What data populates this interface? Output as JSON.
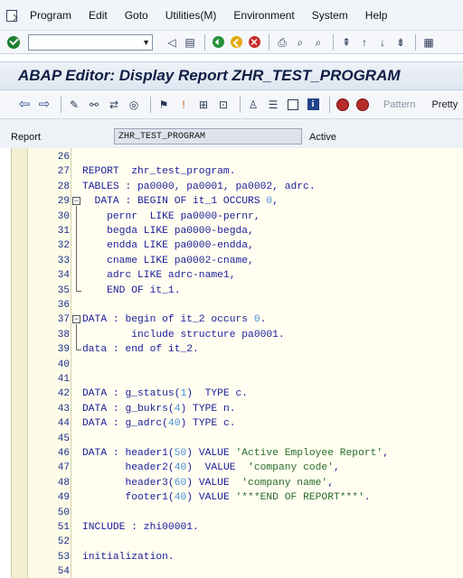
{
  "menubar": {
    "items": [
      "Program",
      "Edit",
      "Goto",
      "Utilities(M)",
      "Environment",
      "System",
      "Help"
    ]
  },
  "toolbar": {
    "command_value": "",
    "command_placeholder": ""
  },
  "title": "ABAP Editor: Display Report ZHR_TEST_PROGRAM",
  "apptoolbar": {
    "pattern_label": "Pattern",
    "pretty_label": "Pretty"
  },
  "report": {
    "label": "Report",
    "value": "ZHR_TEST_PROGRAM",
    "status": "Active"
  },
  "editor": {
    "lines": [
      {
        "n": "26",
        "code": ""
      },
      {
        "n": "27",
        "code": "REPORT  zhr_test_program."
      },
      {
        "n": "28",
        "code": "TABLES : pa0000, pa0001, pa0002, adrc."
      },
      {
        "n": "29",
        "code": "  DATA : BEGIN OF it_1 OCCURS 0,"
      },
      {
        "n": "30",
        "code": "    pernr  LIKE pa0000-pernr,"
      },
      {
        "n": "31",
        "code": "    begda LIKE pa0000-begda,"
      },
      {
        "n": "32",
        "code": "    endda LIKE pa0000-endda,"
      },
      {
        "n": "33",
        "code": "    cname LIKE pa0002-cname,"
      },
      {
        "n": "34",
        "code": "    adrc LIKE adrc-name1,"
      },
      {
        "n": "35",
        "code": "    END OF it_1."
      },
      {
        "n": "36",
        "code": ""
      },
      {
        "n": "37",
        "code": "DATA : begin of it_2 occurs 0."
      },
      {
        "n": "38",
        "code": "        include structure pa0001."
      },
      {
        "n": "39",
        "code": "data : end of it_2."
      },
      {
        "n": "40",
        "code": ""
      },
      {
        "n": "41",
        "code": ""
      },
      {
        "n": "42",
        "code": "DATA : g_status(1)  TYPE c."
      },
      {
        "n": "43",
        "code": "DATA : g_bukrs(4) TYPE n."
      },
      {
        "n": "44",
        "code": "DATA : g_adrc(40) TYPE c."
      },
      {
        "n": "45",
        "code": ""
      },
      {
        "n": "46",
        "code": "DATA : header1(50) VALUE 'Active Employee Report',"
      },
      {
        "n": "47",
        "code": "       header2(40)  VALUE  'company code',"
      },
      {
        "n": "48",
        "code": "       header3(60) VALUE  'company name',"
      },
      {
        "n": "49",
        "code": "       footer1(40) VALUE '***END OF REPORT***'."
      },
      {
        "n": "50",
        "code": ""
      },
      {
        "n": "51",
        "code": "INCLUDE : zhi00001."
      },
      {
        "n": "52",
        "code": ""
      },
      {
        "n": "53",
        "code": "initialization."
      },
      {
        "n": "54",
        "code": ""
      }
    ]
  }
}
